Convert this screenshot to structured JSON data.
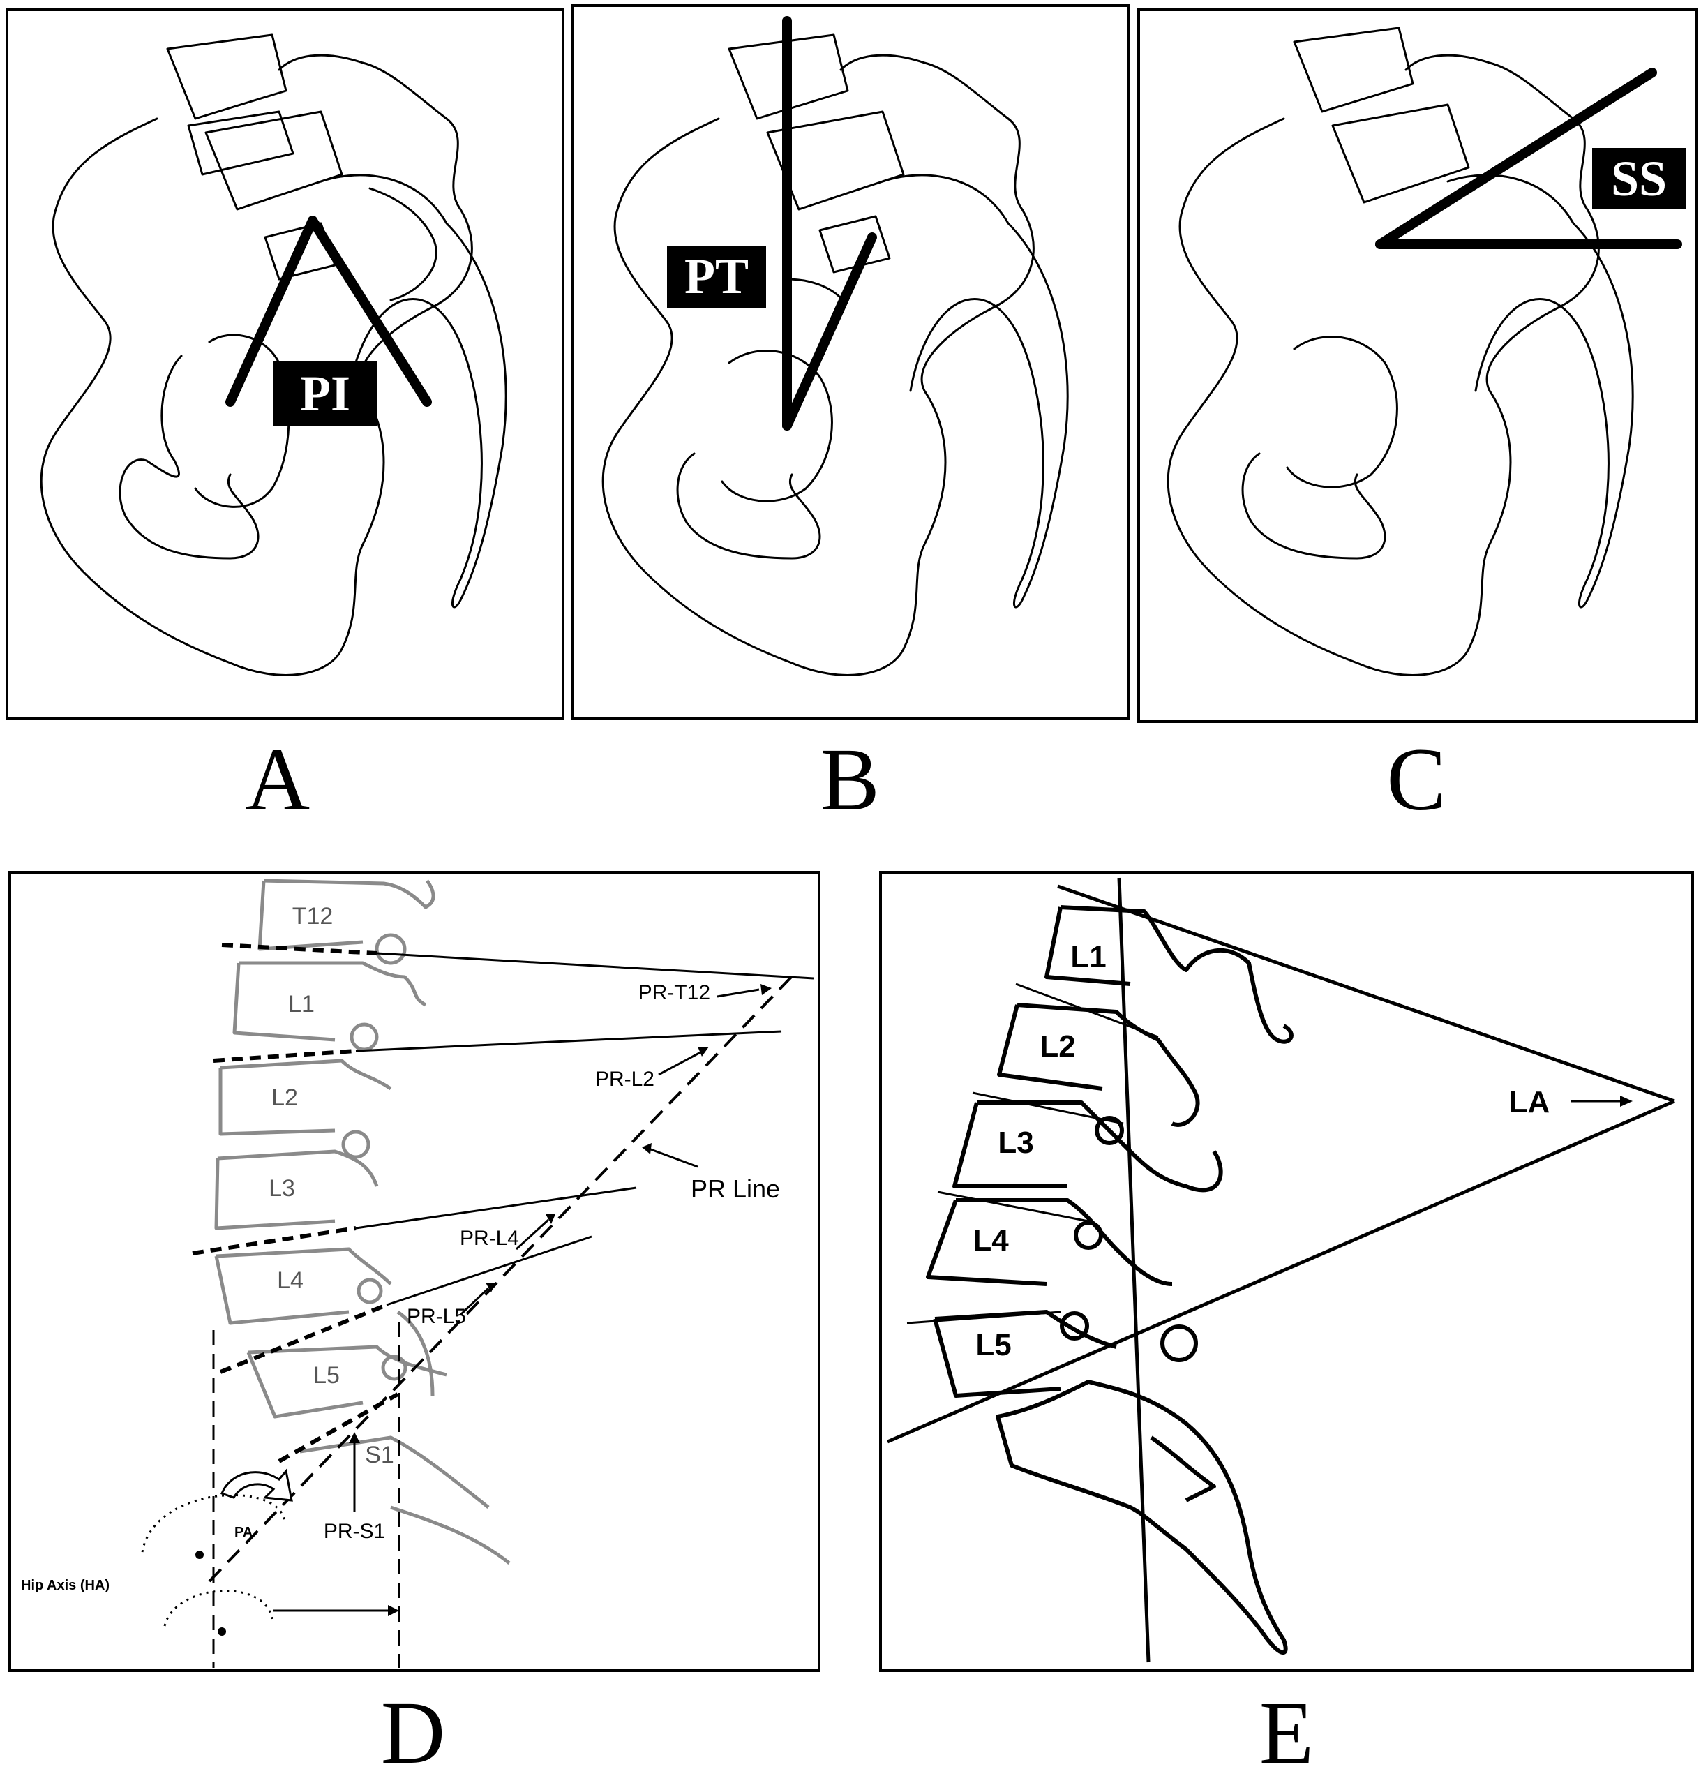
{
  "panels": {
    "A": {
      "letter": "A",
      "angle_label": "PI"
    },
    "B": {
      "letter": "B",
      "angle_label": "PT"
    },
    "C": {
      "letter": "C",
      "angle_label": "SS"
    },
    "D": {
      "letter": "D",
      "vertebrae": [
        "T12",
        "L1",
        "L2",
        "L3",
        "L4",
        "L5",
        "S1"
      ],
      "annotations": {
        "pr_t12": "PR-T12",
        "pr_l2": "PR-L2",
        "pr_line": "PR Line",
        "pr_l4": "PR-L4",
        "pr_l5": "PR-L5",
        "pr_s1": "PR-S1",
        "pa": "PA",
        "hip_axis": "Hip Axis (HA)"
      }
    },
    "E": {
      "letter": "E",
      "vertebrae": [
        "L1",
        "L2",
        "L3",
        "L4",
        "L5"
      ],
      "angle_label": "LA"
    }
  }
}
